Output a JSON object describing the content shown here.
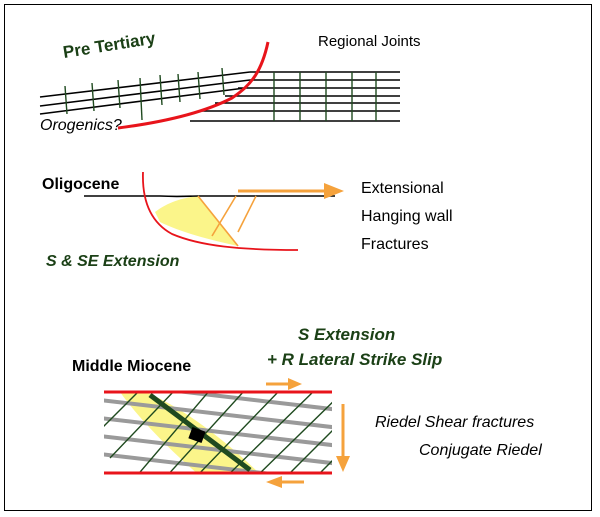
{
  "panel1": {
    "title": "Pre Tertiary",
    "subtitle": "Orogenics?",
    "right_label": "Regional Joints"
  },
  "panel2": {
    "title": "Oligocene",
    "caption": "S & SE Extension",
    "right_label_lines": [
      "Extensional",
      "Hanging wall",
      "Fractures"
    ]
  },
  "panel3": {
    "title": "Middle Miocene",
    "caption_lines": [
      "S Extension",
      "+ R Lateral Strike Slip"
    ],
    "right_label_lines": [
      "Riedel Shear fractures",
      "Conjugate Riedel"
    ]
  },
  "colors": {
    "fault": "#e8141b",
    "joints": "#1f4a1f",
    "arrow": "#f5a23c",
    "fill": "#fbf58a",
    "caption": "#1b4016",
    "shear_gray": "#9a9a9a"
  }
}
